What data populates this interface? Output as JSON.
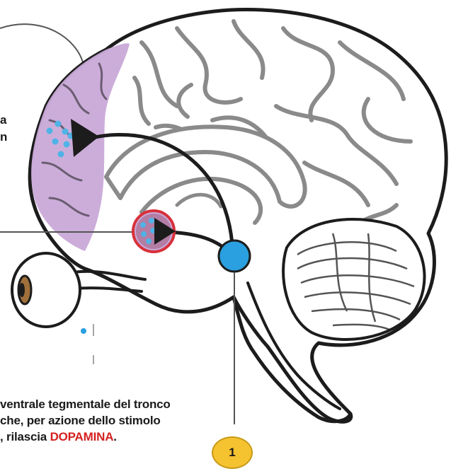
{
  "caption": {
    "line1": "ventrale tegmentale del tronco",
    "line2": "che, per azione dello stimolo",
    "line3_prefix": ", rilascia ",
    "line3_highlight": "DOPAMINA",
    "line3_suffix": "."
  },
  "edge_fragments": {
    "a": "a",
    "b": "n"
  },
  "badge": {
    "number": "1"
  },
  "colors": {
    "outline": "#1c1c1c",
    "fold_gray": "#8a8a8a",
    "prefrontal_purple": "#c9a9d8",
    "vta_blue": "#2aa0e0",
    "accumbens_red": "#d8313a",
    "dot_blue": "#4fb3e6",
    "badge_yellow": "#f5c230",
    "highlight_red": "#d4201f"
  }
}
